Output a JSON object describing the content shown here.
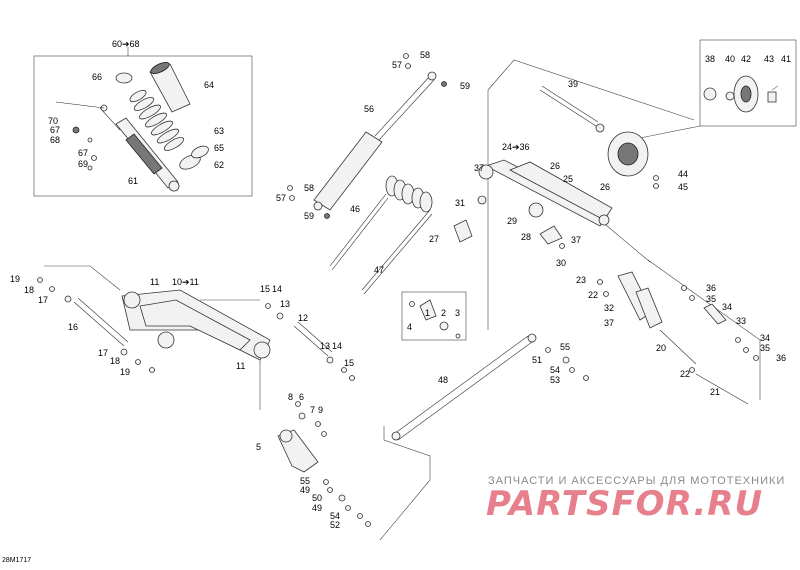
{
  "diagram": {
    "ref_code": "28M1717",
    "watermark": {
      "tagline": "ЗАПЧАСТИ И АКСЕССУАРЫ ДЛЯ МОТОТЕХНИКИ",
      "brand": "PARTSFOR.RU",
      "color": "#e26a78"
    },
    "callouts": {
      "c60_68": "60➔68",
      "c66": "66",
      "c64": "64",
      "c70": "70",
      "c67a": "67",
      "c63": "63",
      "c68": "68",
      "c67b": "67",
      "c65": "65",
      "c69": "69",
      "c62": "62",
      "c61": "61",
      "c58a": "58",
      "c57a": "57",
      "c59a": "59",
      "c56": "56",
      "c58b": "58",
      "c57b": "57",
      "c59b": "59",
      "c46": "46",
      "c27": "27",
      "c47": "47",
      "c39": "39",
      "c38": "38",
      "c40": "40",
      "c42": "42",
      "c43": "43",
      "c41": "41",
      "c24_36": "24➔36",
      "c37a": "37",
      "c26a": "26",
      "c25": "25",
      "c26b": "26",
      "c31": "31",
      "c29": "29",
      "c37b": "37",
      "c28": "28",
      "c30": "30",
      "c44": "44",
      "c45": "45",
      "c4": "4",
      "c1": "1",
      "c2": "2",
      "c3": "3",
      "c11a": "11",
      "c10_11": "10➔11",
      "c19a": "19",
      "c18a": "18",
      "c17a": "17",
      "c16": "16",
      "c17b": "17",
      "c18b": "18",
      "c19b": "19",
      "c15a": "15",
      "c14a": "14",
      "c13a": "13",
      "c12": "12",
      "c13b": "13",
      "c14b": "14",
      "c15b": "15",
      "c11b": "11",
      "c8": "8",
      "c6": "6",
      "c7": "7",
      "c9": "9",
      "c5": "5",
      "c55a": "55",
      "c49a": "49",
      "c50": "50",
      "c49b": "49",
      "c54a": "54",
      "c52": "52",
      "c48": "48",
      "c55b": "55",
      "c51": "51",
      "c54b": "54",
      "c53": "53",
      "c23": "23",
      "c22a": "22",
      "c32": "32",
      "c37c": "37",
      "c20": "20",
      "c22b": "22",
      "c21": "21",
      "c36a": "36",
      "c35a": "35",
      "c34a": "34",
      "c33": "33",
      "c34b": "34",
      "c35b": "35",
      "c36b": "36"
    }
  }
}
